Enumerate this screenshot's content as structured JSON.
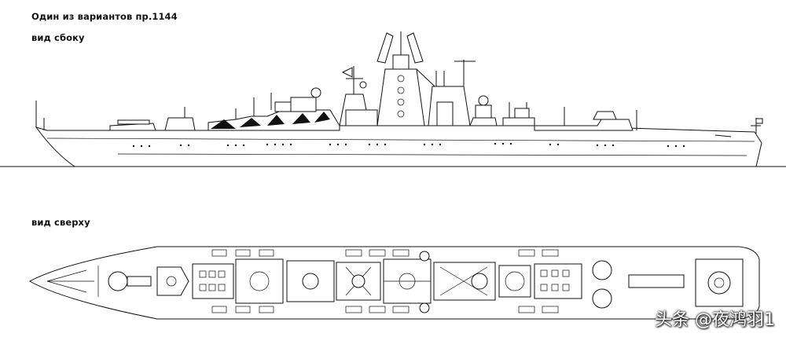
{
  "captions": {
    "title": "Один из вариантов пр.1144",
    "side_view": "вид сбоку",
    "top_view": "вид сверху"
  },
  "watermark": {
    "text": "头条 @夜鸿羽1"
  },
  "colors": {
    "line": "#111111",
    "background": "#ffffff"
  }
}
